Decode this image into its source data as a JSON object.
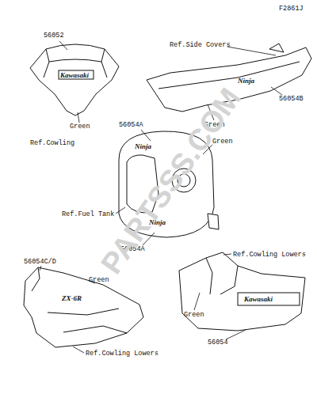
{
  "diagram": {
    "labels": [
      "F2861J",
      "56052",
      "Kawasaki",
      "Ref.Side Covers",
      "Ninja",
      "56054B",
      "Green",
      "Ref.Cowling",
      "Green",
      "56054A",
      "Ninja",
      "Green",
      "Ref.Fuel Tank",
      "Ninja",
      "56054A",
      "PARTSSS.COM",
      "56054C/D",
      "Green",
      "ZX-6R",
      "Ref.Cowling Lowers",
      "Ref.Cowling Lowers",
      "Kawasaki",
      "Green",
      "56054"
    ]
  }
}
